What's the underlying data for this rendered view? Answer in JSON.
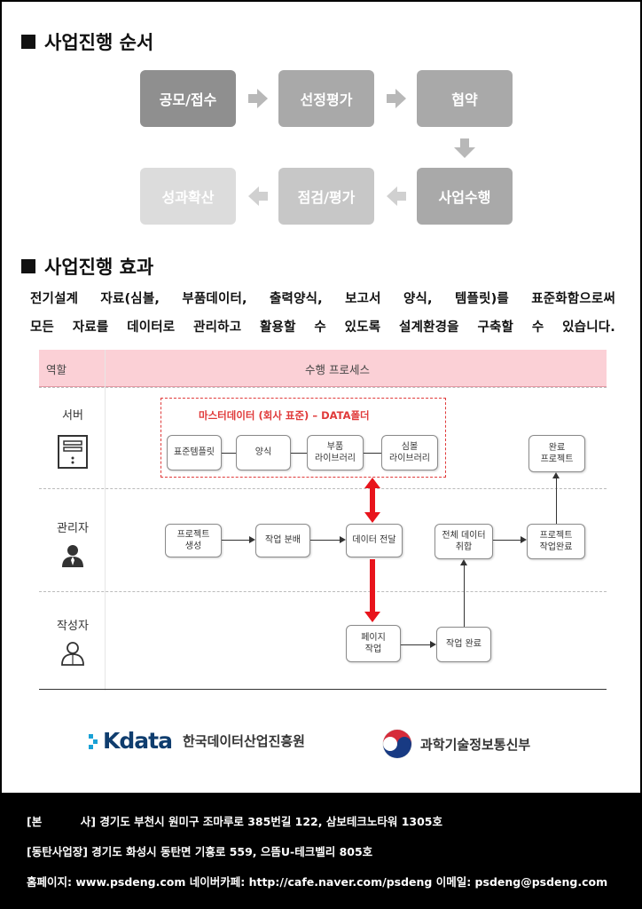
{
  "section1": {
    "title": "사업진행 순서"
  },
  "steps": [
    "공모/접수",
    "선정평가",
    "협약",
    "사업수행",
    "점검/평가",
    "성과확산"
  ],
  "section2": {
    "title": "사업진행 효과",
    "desc_line1": "전기설계 자료(심볼, 부품데이터, 출력양식, 보고서 양식, 템플릿)를 표준화함으로써",
    "desc_line2": "모든 자료를 데이터로 관리하고 활용할 수 있도록 설계환경을 구축할 수 있습니다."
  },
  "diagram": {
    "header_role": "역할",
    "header_process": "수행 프로세스",
    "roles": [
      "서버",
      "관리자",
      "작성자"
    ],
    "master_label": "마스터데이터 (회사 표준) – DATA폴더",
    "server_boxes": [
      "표준템플릿",
      "양식",
      "부품\n라이브러리",
      "심볼\n라이브러리",
      "완료\n프로젝트"
    ],
    "manager_boxes": [
      "프로젝트\n생성",
      "작업 분배",
      "데이터 전달",
      "전체 데이터\n취합",
      "프로젝트\n작업완료"
    ],
    "writer_boxes": [
      "페이지\n작업",
      "작업 완료"
    ]
  },
  "logos": {
    "kdata_mark": "data",
    "kdata_name": "한국데이터산업진흥원",
    "msit_name": "과학기술정보통신부"
  },
  "footer": {
    "hq_label": "[본          사]",
    "hq_addr": "경기도 부천시 원미구 조마루로 385번길 122, 삼보테크노타워 1305호",
    "branch_label": "[동탄사업장]",
    "branch_addr": "경기도 화성시 동탄면 기흥로 559, 으뜸U-테크벨리 805호",
    "web": "홈페이지: www.psdeng.com  네이버카페: http://cafe.naver.com/psdeng  이메일: psdeng@psdeng.com"
  },
  "colors": {
    "accent_red": "#e8141c",
    "header_pink": "#fbd0d6",
    "step_gray": "#8f8f8f"
  }
}
